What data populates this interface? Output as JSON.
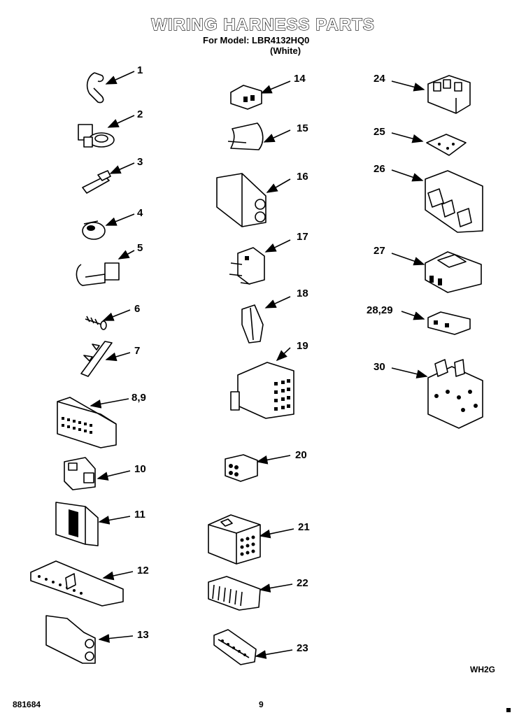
{
  "header": {
    "title": "WIRING HARNESS PARTS",
    "model_line": "For Model: LBR4132HQ0",
    "color_line": "(White)"
  },
  "parts": [
    {
      "number": "1"
    },
    {
      "number": "2"
    },
    {
      "number": "3"
    },
    {
      "number": "4"
    },
    {
      "number": "5"
    },
    {
      "number": "6"
    },
    {
      "number": "7"
    },
    {
      "number": "8,9"
    },
    {
      "number": "10"
    },
    {
      "number": "11"
    },
    {
      "number": "12"
    },
    {
      "number": "13"
    },
    {
      "number": "14"
    },
    {
      "number": "15"
    },
    {
      "number": "16"
    },
    {
      "number": "17"
    },
    {
      "number": "18"
    },
    {
      "number": "19"
    },
    {
      "number": "20"
    },
    {
      "number": "21"
    },
    {
      "number": "22"
    },
    {
      "number": "23"
    },
    {
      "number": "24"
    },
    {
      "number": "25"
    },
    {
      "number": "26"
    },
    {
      "number": "27"
    },
    {
      "number": "28,29"
    },
    {
      "number": "30"
    }
  ],
  "footer": {
    "diagram_code": "WH2G",
    "doc_number": "881684",
    "page_number": "9"
  }
}
